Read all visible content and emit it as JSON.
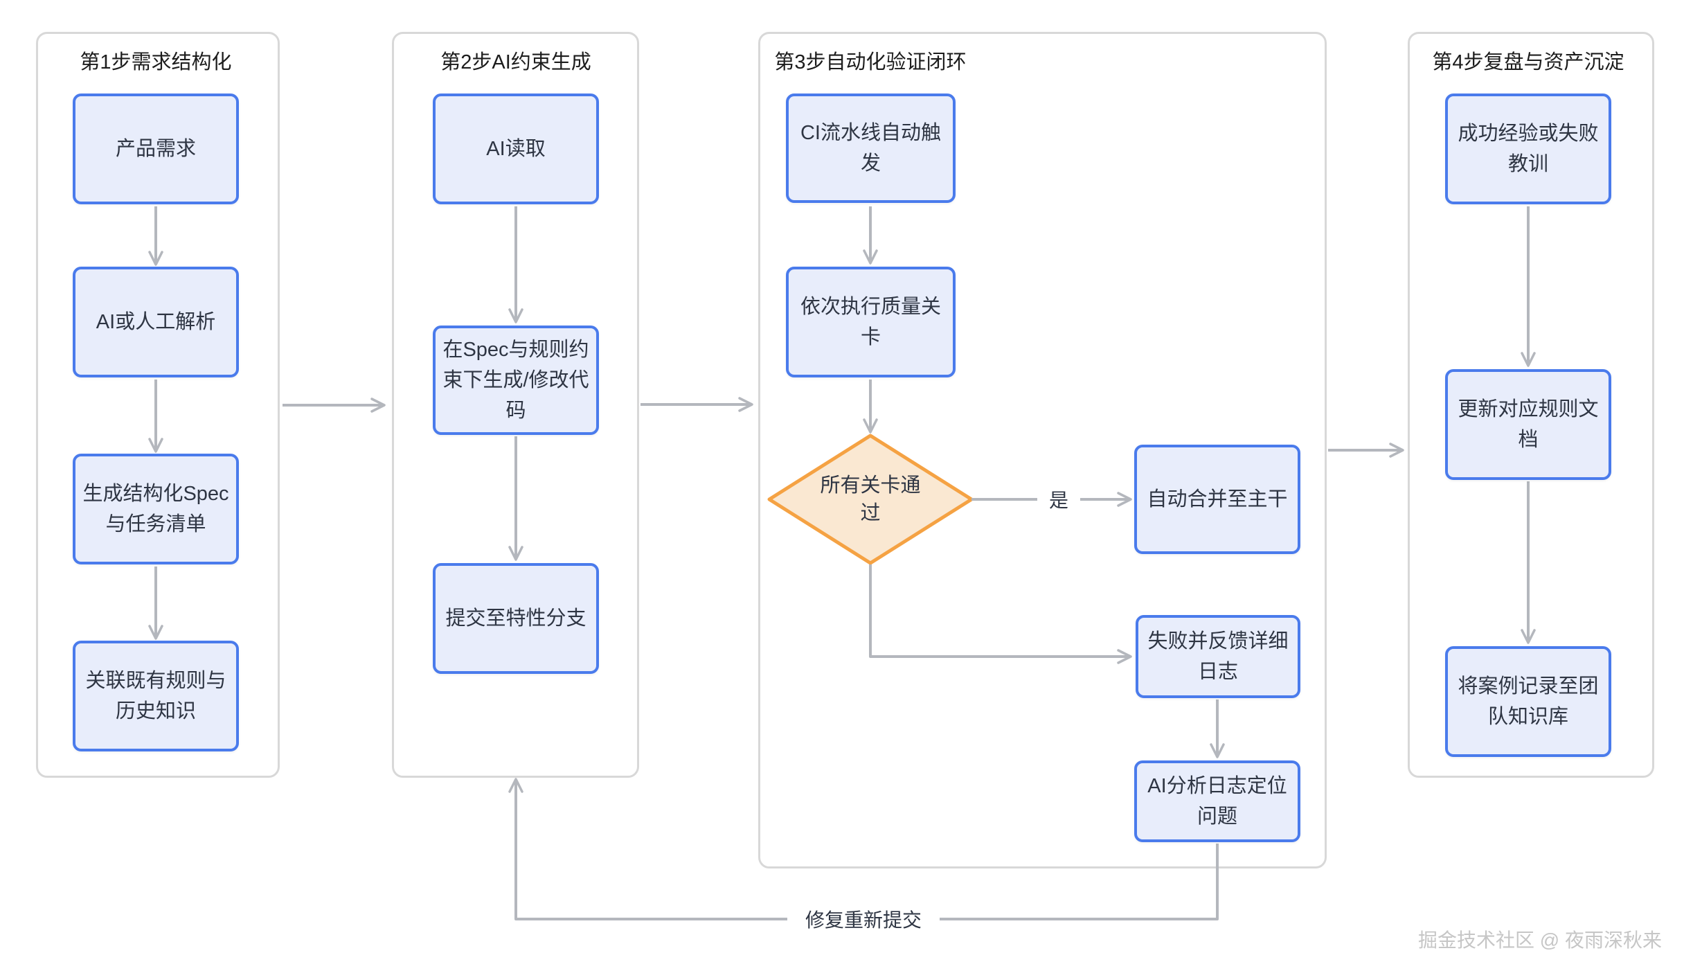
{
  "groups": [
    {
      "title": "第1步需求结构化",
      "nodes": [
        {
          "label": "产品需求"
        },
        {
          "label": "AI或人工解析"
        },
        {
          "label": "生成结构化Spec\n与任务清单"
        },
        {
          "label": "关联既有规则与\n历史知识"
        }
      ]
    },
    {
      "title": "第2步AI约束生成",
      "nodes": [
        {
          "label": "AI读取"
        },
        {
          "label": "在Spec与规则约\n束下生成/修改代\n码"
        },
        {
          "label": "提交至特性分支"
        }
      ]
    },
    {
      "title": "第3步自动化验证闭环",
      "nodes": [
        {
          "label": "CI流水线自动触\n发"
        },
        {
          "label": "依次执行质量关\n卡"
        },
        {
          "label": "所有关卡通\n过",
          "type": "decision"
        },
        {
          "label": "自动合并至主干"
        },
        {
          "label": "失败并反馈详细\n日志"
        },
        {
          "label": "AI分析日志定位\n问题"
        }
      ]
    },
    {
      "title": "第4步复盘与资产沉淀",
      "nodes": [
        {
          "label": "成功经验或失败\n教训"
        },
        {
          "label": "更新对应规则文\n档"
        },
        {
          "label": "将案例记录至团\n队知识库"
        }
      ]
    }
  ],
  "edge_labels": {
    "yes": "是",
    "retry": "修复重新提交"
  },
  "watermark": "掘金技术社区 @ 夜雨深秋来",
  "colors": {
    "node_fill": "#e8edfb",
    "node_border": "#4a7bec",
    "decision_fill": "#fae8d2",
    "decision_border": "#f5a243",
    "arrow": "#b4b7bd",
    "group_border": "#d8d8d8",
    "text": "#2e3543"
  }
}
